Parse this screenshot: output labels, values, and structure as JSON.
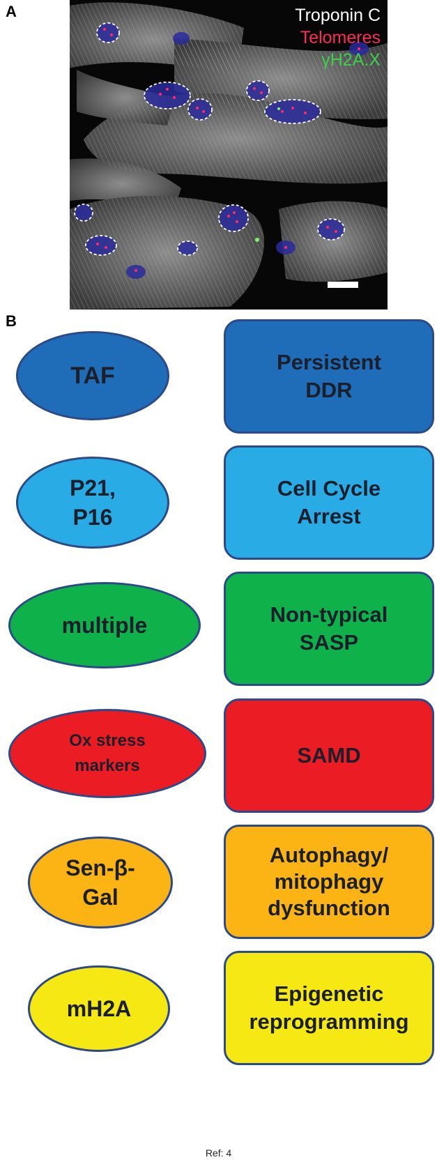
{
  "panel_a": {
    "letter": "A",
    "legend": [
      {
        "text": "Troponin C",
        "color": "#ffffff"
      },
      {
        "text": "Telomeres",
        "color": "#ff2a55"
      },
      {
        "text": "γH2A.X",
        "color": "#3fcf4f"
      }
    ]
  },
  "panel_b": {
    "letter": "B",
    "rows": [
      {
        "marker": "TAF",
        "feature": "Persistent DDR",
        "color": "#1f6cb8"
      },
      {
        "marker": "P21, P16",
        "feature": "Cell Cycle Arrest",
        "color": "#29ace6"
      },
      {
        "marker": "multiple",
        "feature": "Non-typical SASP",
        "color": "#0fb14a"
      },
      {
        "marker": "Ox stress markers",
        "feature": "SAMD",
        "color": "#ec1c24"
      },
      {
        "marker": "Sen-β-Gal",
        "feature": "Autophagy/ mitophagy dysfunction",
        "color": "#fbb413"
      },
      {
        "marker": "mH2A",
        "feature": "Epigenetic reprogramming",
        "color": "#f6e812"
      }
    ]
  },
  "reference": "Ref: 4"
}
